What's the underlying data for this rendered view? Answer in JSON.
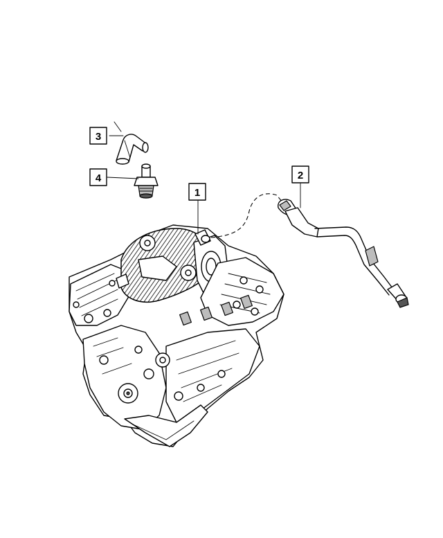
{
  "callouts": [
    {
      "id": "1",
      "label": "1"
    },
    {
      "id": "2",
      "label": "2"
    },
    {
      "id": "3",
      "label": "3"
    },
    {
      "id": "4",
      "label": "4"
    }
  ],
  "parts": [
    {
      "callout": "1",
      "icon": "engine-assembly-icon"
    },
    {
      "callout": "2",
      "icon": "crankcase-vent-tube-icon"
    },
    {
      "callout": "3",
      "icon": "hose-elbow-icon"
    },
    {
      "callout": "4",
      "icon": "pcv-valve-icon"
    }
  ]
}
